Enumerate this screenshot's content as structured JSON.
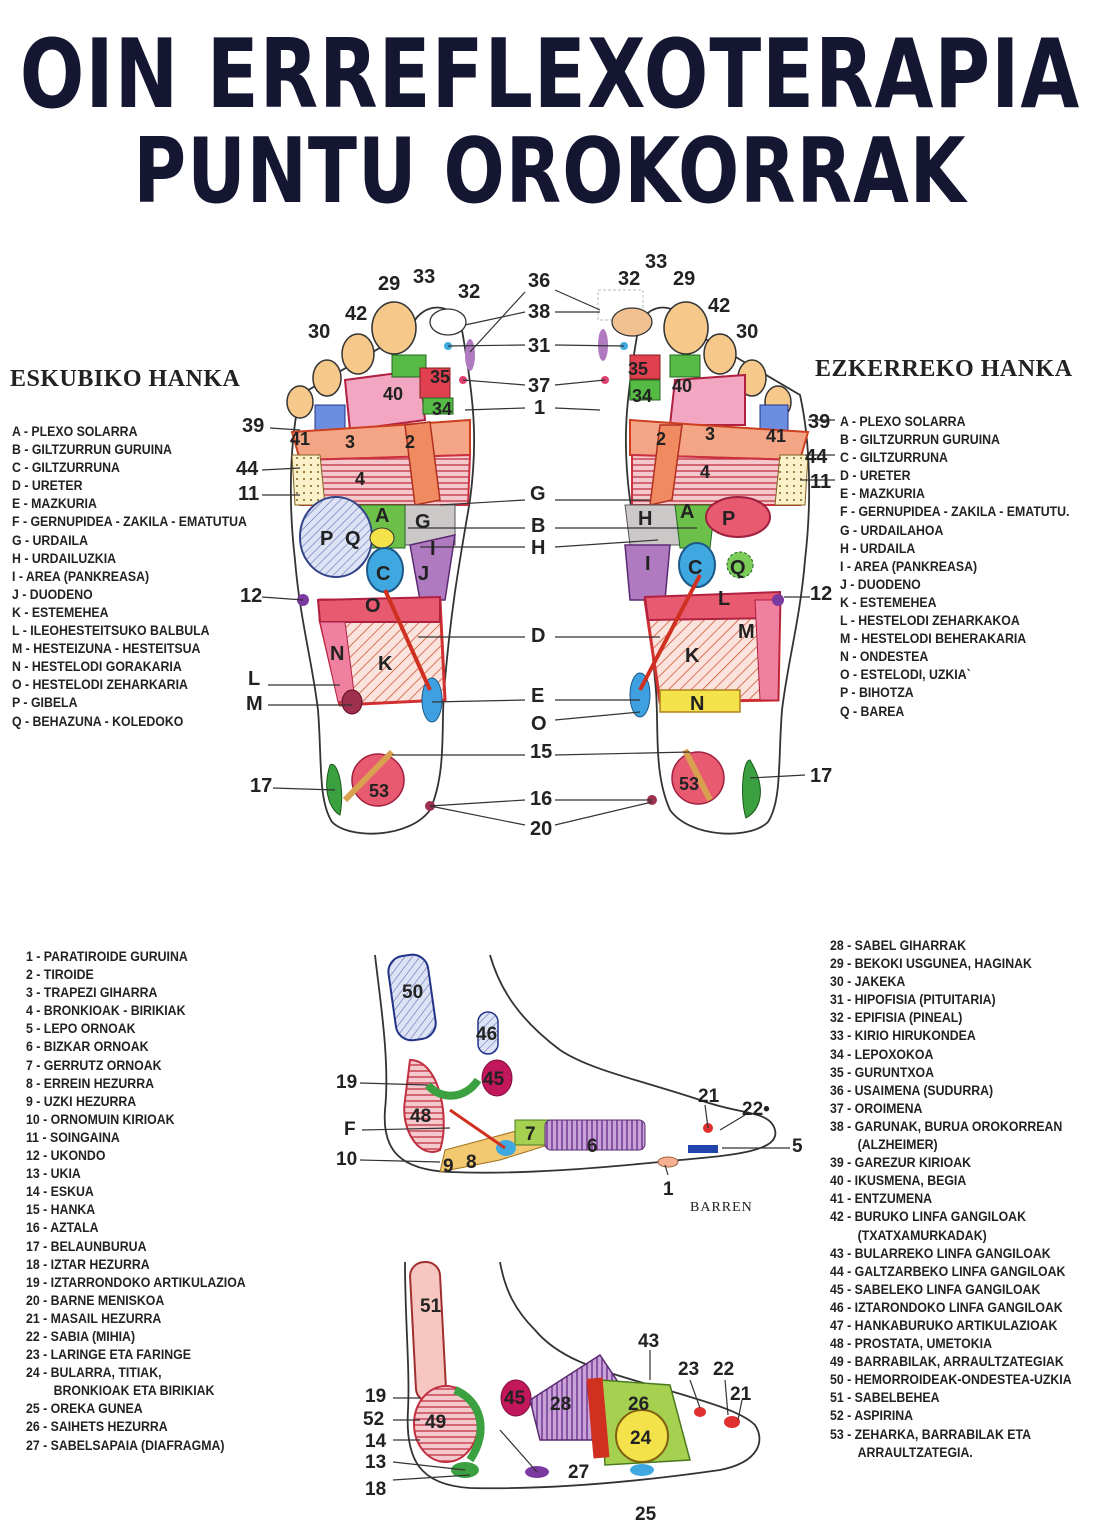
{
  "title": {
    "line1": "OIN ERREFLEXOTERAPIA",
    "line2": "PUNTU OROKORRAK"
  },
  "right_foot_title": "ESKUBIKO HANKA",
  "left_foot_title": "EZKERREKO HANKA",
  "right_legend": [
    "A - PLEXO SOLARRA",
    "B - GILTZURRUN GURUINA",
    "C - GILTZURRUNA",
    "D - URETER",
    "E - MAZKURIA",
    "F - GERNUPIDEA - ZAKILA - EMATUTUA",
    "G - URDAILA",
    "H - URDAILUZKIA",
    "I - AREA (PANKREASA)",
    "J - DUODENO",
    "K - ESTEMEHEA",
    "L - ILEOHESTEITSUKO BALBULA",
    "M - HESTEIZUNA - HESTEITSUA",
    "N - HESTELODI GORAKARIA",
    "O - HESTELODI ZEHARKARIA",
    "P - GIBELA",
    "Q - BEHAZUNA - KOLEDOKO"
  ],
  "left_legend": [
    "A - PLEXO SOLARRA",
    "B - GILTZURRUN GURUINA",
    "C - GILTZURRUNA",
    "D - URETER",
    "E - MAZKURIA",
    "F - GERNUPIDEA - ZAKILA - EMATUTU.",
    "G - URDAILAHOA",
    "H - URDAILA",
    "I - AREA (PANKREASA)",
    "J - DUODENO",
    "K - ESTEMEHEA",
    "L - HESTELODI ZEHARKAKOA",
    "M - HESTELODI BEHERAKARIA",
    "N - ONDESTEA",
    "O - ESTELODI, UZKIA`",
    "P - BIHOTZA",
    "Q - BAREA"
  ],
  "points_legend_left": [
    "1 - PARATIROIDE GURUINA",
    "2 - TIROIDE",
    "3 - TRAPEZI GIHARRA",
    "4 - BRONKIOAK - BIRIKIAK",
    "5 - LEPO ORNOAK",
    "6 - BIZKAR ORNOAK",
    "7 - GERRUTZ ORNOAK",
    "8 - ERREIN HEZURRA",
    "9 - UZKI HEZURRA",
    "10 - ORNOMUIN KIRIOAK",
    "11 - SOINGAINA",
    "12 - UKONDO",
    "13 - UKIA",
    "14 - ESKUA",
    "15 - HANKA",
    "16 - AZTALA",
    "17 - BELAUNBURUA",
    "18 - IZTAR HEZURRA",
    "19 - IZTARRONDOKO ARTIKULAZIOA",
    "20 - BARNE MENISKOA",
    "21 - MASAIL HEZURRA",
    "22 - SABIA (MIHIA)",
    "23 - LARINGE ETA FARINGE",
    "24 - BULARRA, TITIAK,",
    "BRONKIOAK ETA BIRIKIAK",
    "25 - OREKA GUNEA",
    "26 - SAIHETS HEZURRA",
    "27 - SABELSAPAIA (DIAFRAGMA)"
  ],
  "points_legend_right": [
    "28 - SABEL GIHARRAK",
    "29 - BEKOKI USGUNEA, HAGINAK",
    "30 - JAKEKA",
    "31 - HIPOFISIA (PITUITARIA)",
    "32 - EPIFISIA (PINEAL)",
    "33 - KIRIO HIRUKONDEA",
    "34 - LEPOXOKOA",
    "35 - GURUNTXOA",
    "36 - USAIMENA (SUDURRA)",
    "37 - OROIMENA",
    "38 - GARUNAK, BURUA OROKORREAN",
    "(ALZHEIMER)",
    "39 - GAREZUR KIRIOAK",
    "40 - IKUSMENA, BEGIA",
    "41 - ENTZUMENA",
    "42 - BURUKO LINFA GANGILOAK",
    "(TXATXAMURKADAK)",
    "43 - BULARREKO LINFA GANGILOAK",
    "44 - GALTZARBEKO LINFA GANGILOAK",
    "45 - SABELEKO LINFA GANGILOAK",
    "46 - IZTARONDOKO LINFA GANGILOAK",
    "47 - HANKABURUKO ARTIKULAZIOAK",
    "48 - PROSTATA, UMETOKIA",
    "49 - BARRABILAK, ARRAULTZATEGIAK",
    "50 - HEMORROIDEAK-ONDESTEA-UZKIA",
    "51 - SABELBEHEA",
    "52 - ASPIRINA",
    "53 - ZEHARKA, BARRABILAK ETA",
    "ARRAULTZATEGIA."
  ],
  "center_labels": [
    "36",
    "38",
    "31",
    "37",
    "1",
    "G",
    "B",
    "H",
    "D",
    "E",
    "O",
    "15",
    "16",
    "20"
  ],
  "right_foot_labels": {
    "toes": [
      "29",
      "33",
      "32",
      "42",
      "30"
    ],
    "zones": [
      "40",
      "35",
      "34",
      "3",
      "2",
      "41",
      "4",
      "A",
      "G",
      "P",
      "Q",
      "C",
      "I",
      "J",
      "O",
      "N",
      "K",
      "53"
    ],
    "side": [
      "39",
      "44",
      "11",
      "12",
      "L",
      "M",
      "17"
    ]
  },
  "left_foot_labels": {
    "toes": [
      "32",
      "33",
      "29",
      "42",
      "30"
    ],
    "zones": [
      "35",
      "40",
      "34",
      "2",
      "3",
      "41",
      "4",
      "H",
      "A",
      "P",
      "I",
      "C",
      "Q",
      "L",
      "M",
      "K",
      "N",
      "53"
    ],
    "side": [
      "39",
      "44",
      "11",
      "12",
      "17"
    ]
  },
  "inner_view_labels": [
    "50",
    "46",
    "45",
    "19",
    "48",
    "F",
    "10",
    "9",
    "8",
    "7",
    "6",
    "21",
    "22•",
    "5",
    "1"
  ],
  "barren_label": "BARREN",
  "outer_view_labels": [
    "51",
    "43",
    "23",
    "22",
    "21",
    "19",
    "52",
    "49",
    "45",
    "28",
    "26",
    "24",
    "14",
    "13",
    "18",
    "27",
    "25"
  ]
}
